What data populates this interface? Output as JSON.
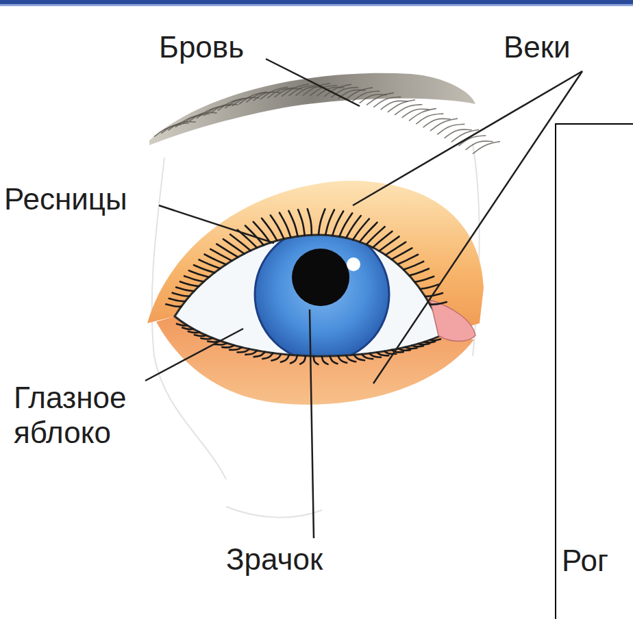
{
  "diagram": {
    "nodes": [
      {
        "text": [
          "Рог"
        ]
      }
    ],
    "labels": [
      "Бровь",
      "Веки",
      "Ресницы",
      "Глазное яблоко",
      "Зрачок"
    ]
  }
}
